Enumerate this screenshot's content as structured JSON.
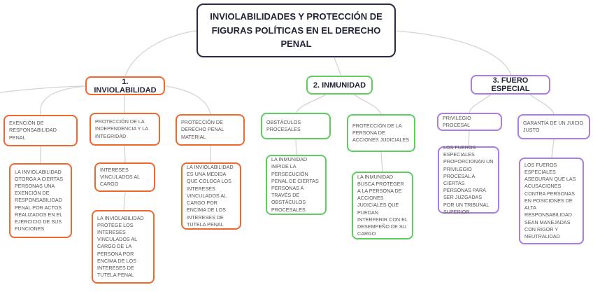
{
  "title": "INVIOLABILIDADES Y PROTECCIÓN DE FIGURAS POLÍTICAS EN EL DERECHO PENAL",
  "colors": {
    "inviolabilidad_accent": "#F2672E",
    "inmunidad_accent": "#5DCE5F",
    "fuero_accent": "#A97BEB",
    "root_border": "#2A2D42",
    "body_text": "#555555",
    "heading_text": "#222437",
    "connector": "#D4D4D4",
    "background": "#FFFFFF"
  },
  "branches": [
    {
      "label": "1. INVIOLABILIDAD",
      "children": [
        {
          "label": "EXENCIÓN DE RESPONSABILIDAD PENAL",
          "detail": "LA INVIOLABILIDAD OTORGA A CIERTAS PERSONAS UNA EXENCIÓN DE RESPONSABILIDAD PENAL POR ACTOS REALIZADOS EN EL EJERCICIO DE SUS FUNCIONES"
        },
        {
          "label": "PROTECCIÓN DE LA INDEPENDENCIA Y LA INTEGRIDAD",
          "sub": "INTERESES VINCULADOS AL CARGO",
          "detail": "LA INVIOLABILIDAD PROTEGE LOS INTERESES VINCULADOS AL CARGO DE LA PERSONA POR ENCIMA DE LOS INTERESES DE TUTELA PENAL"
        },
        {
          "label": "PROTECCIÓN DE DERECHO PENAL MATERIAL",
          "detail": "LA INVIOLABILIDAD ES UNA MEDIDA QUE COLOCA LOS INTERESES VINCULADOS AL CARGO POR ENCIMA DE LOS INTERESES DE TUTELA PENAL"
        }
      ]
    },
    {
      "label": "2. INMUNIDAD",
      "children": [
        {
          "label": "OBSTÁCULOS PROCESALES",
          "detail": "LA INMUNIDAD IMPIDE LA PERSECUCIÓN PENAL DE CIERTAS PERSONAS A TRAVÉS DE OBSTÁCULOS PROCESALES"
        },
        {
          "label": "PROTECCIÓN DE LA PERSONA DE ACCIONES JUDICIALES",
          "detail": "LA INMUNIDAD BUSCA PROTEGER A LA PERSONA DE ACCIONES JUDICIALES QUE PUEDAN INTERFERIR CON EL DESEMPEÑO DE SU CARGO"
        }
      ]
    },
    {
      "label": "3. FUERO ESPECIAL",
      "children": [
        {
          "label": "PRIVILEGIO PROCESAL",
          "detail": "LOS FUEROS ESPECIALES PROPORCIONAN UN PRIVILEGIO PROCESAL A CIERTAS PERSONAS PARA SER JUZGADAS POR UN TRIBUNAL SUPERIOR"
        },
        {
          "label": "GARANTÍA DE UN JUICIO JUSTO",
          "detail": "LOS FUEROS ESPECIALES ASEGURAN QUE LAS ACUSACIONES CONTRA PERSONAS EN POSICIONES DE ALTA RESPONSABILIDAD SEAN MANEJADAS CON RIGOR Y NEUTRALIDAD"
        }
      ]
    }
  ]
}
